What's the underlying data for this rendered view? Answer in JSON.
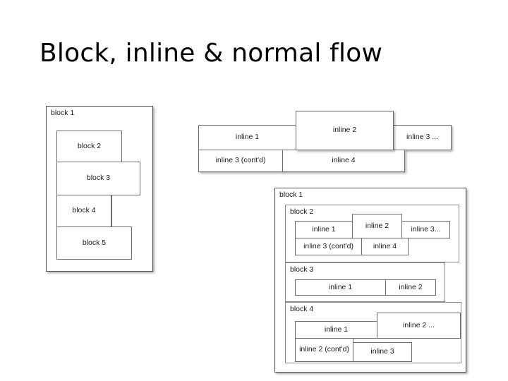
{
  "slide": {
    "title": "Block, inline & normal flow",
    "background_color": "#ffffff",
    "text_color": "#000000",
    "box_border_color": "#595959"
  },
  "diagram_block_flow": {
    "name": "block-flow-diagram",
    "container_label": "block 1",
    "blocks": [
      {
        "label": "block 2"
      },
      {
        "label": "block 3"
      },
      {
        "label": "block 4"
      },
      {
        "label": "block 5"
      }
    ]
  },
  "diagram_inline_flow": {
    "name": "inline-flow-diagram",
    "row1": [
      {
        "label": "inline 1"
      },
      {
        "label": "inline 2"
      },
      {
        "label": "inline 3 ..."
      }
    ],
    "row2": [
      {
        "label": "inline 3 (cont'd)"
      },
      {
        "label": "inline 4"
      }
    ]
  },
  "diagram_combined": {
    "name": "combined-flow-diagram",
    "container_label": "block 1",
    "block2": {
      "label": "block 2",
      "row1": [
        {
          "label": "inline 1"
        },
        {
          "label": "inline 2"
        },
        {
          "label": "inline 3..."
        }
      ],
      "row2": [
        {
          "label": "inline 3 (cont'd)"
        },
        {
          "label": "inline 4"
        }
      ]
    },
    "block3": {
      "label": "block 3",
      "row1": [
        {
          "label": "inline 1"
        },
        {
          "label": "inline 2"
        }
      ]
    },
    "block4": {
      "label": "block 4",
      "row1": [
        {
          "label": "inline 1"
        },
        {
          "label": "inline 2 ..."
        }
      ],
      "row2": [
        {
          "label": "inline 2 (cont'd)"
        },
        {
          "label": "inline 3"
        }
      ]
    }
  }
}
